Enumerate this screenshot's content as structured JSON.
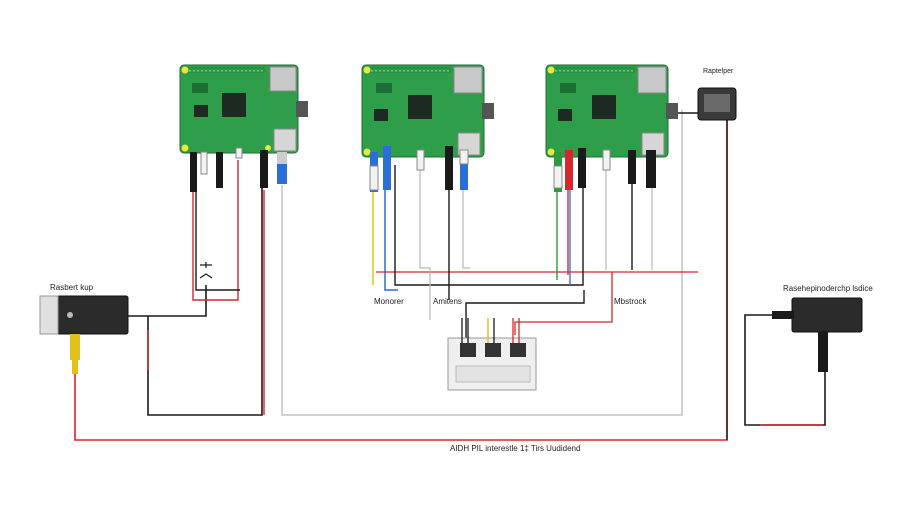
{
  "labels": {
    "left_device": "Rasbert kup",
    "top_right_device": "Raptelper",
    "right_device": "Rasehepinoderchp lsdice",
    "monitor": "Monorer",
    "antennas": "Amitens",
    "network": "Mbstrock",
    "bottom_bus": "AIDH PIL interestle 1‡ Tirs Uudidend"
  },
  "colors": {
    "background": "#ffffff",
    "board_green": "#2f9e4a",
    "board_dark": "#1f6e35",
    "wire_red": "#d8262c",
    "wire_black": "#1a1a1a",
    "wire_grey": "#b8b8b8",
    "wire_blue": "#2a6fd8",
    "wire_yellow": "#e2c21a",
    "wire_green": "#2e9a3a"
  },
  "devices": {
    "boards": [
      {
        "name": "raspberry-pi-board-1"
      },
      {
        "name": "raspberry-pi-board-2"
      },
      {
        "name": "raspberry-pi-board-3"
      }
    ]
  }
}
